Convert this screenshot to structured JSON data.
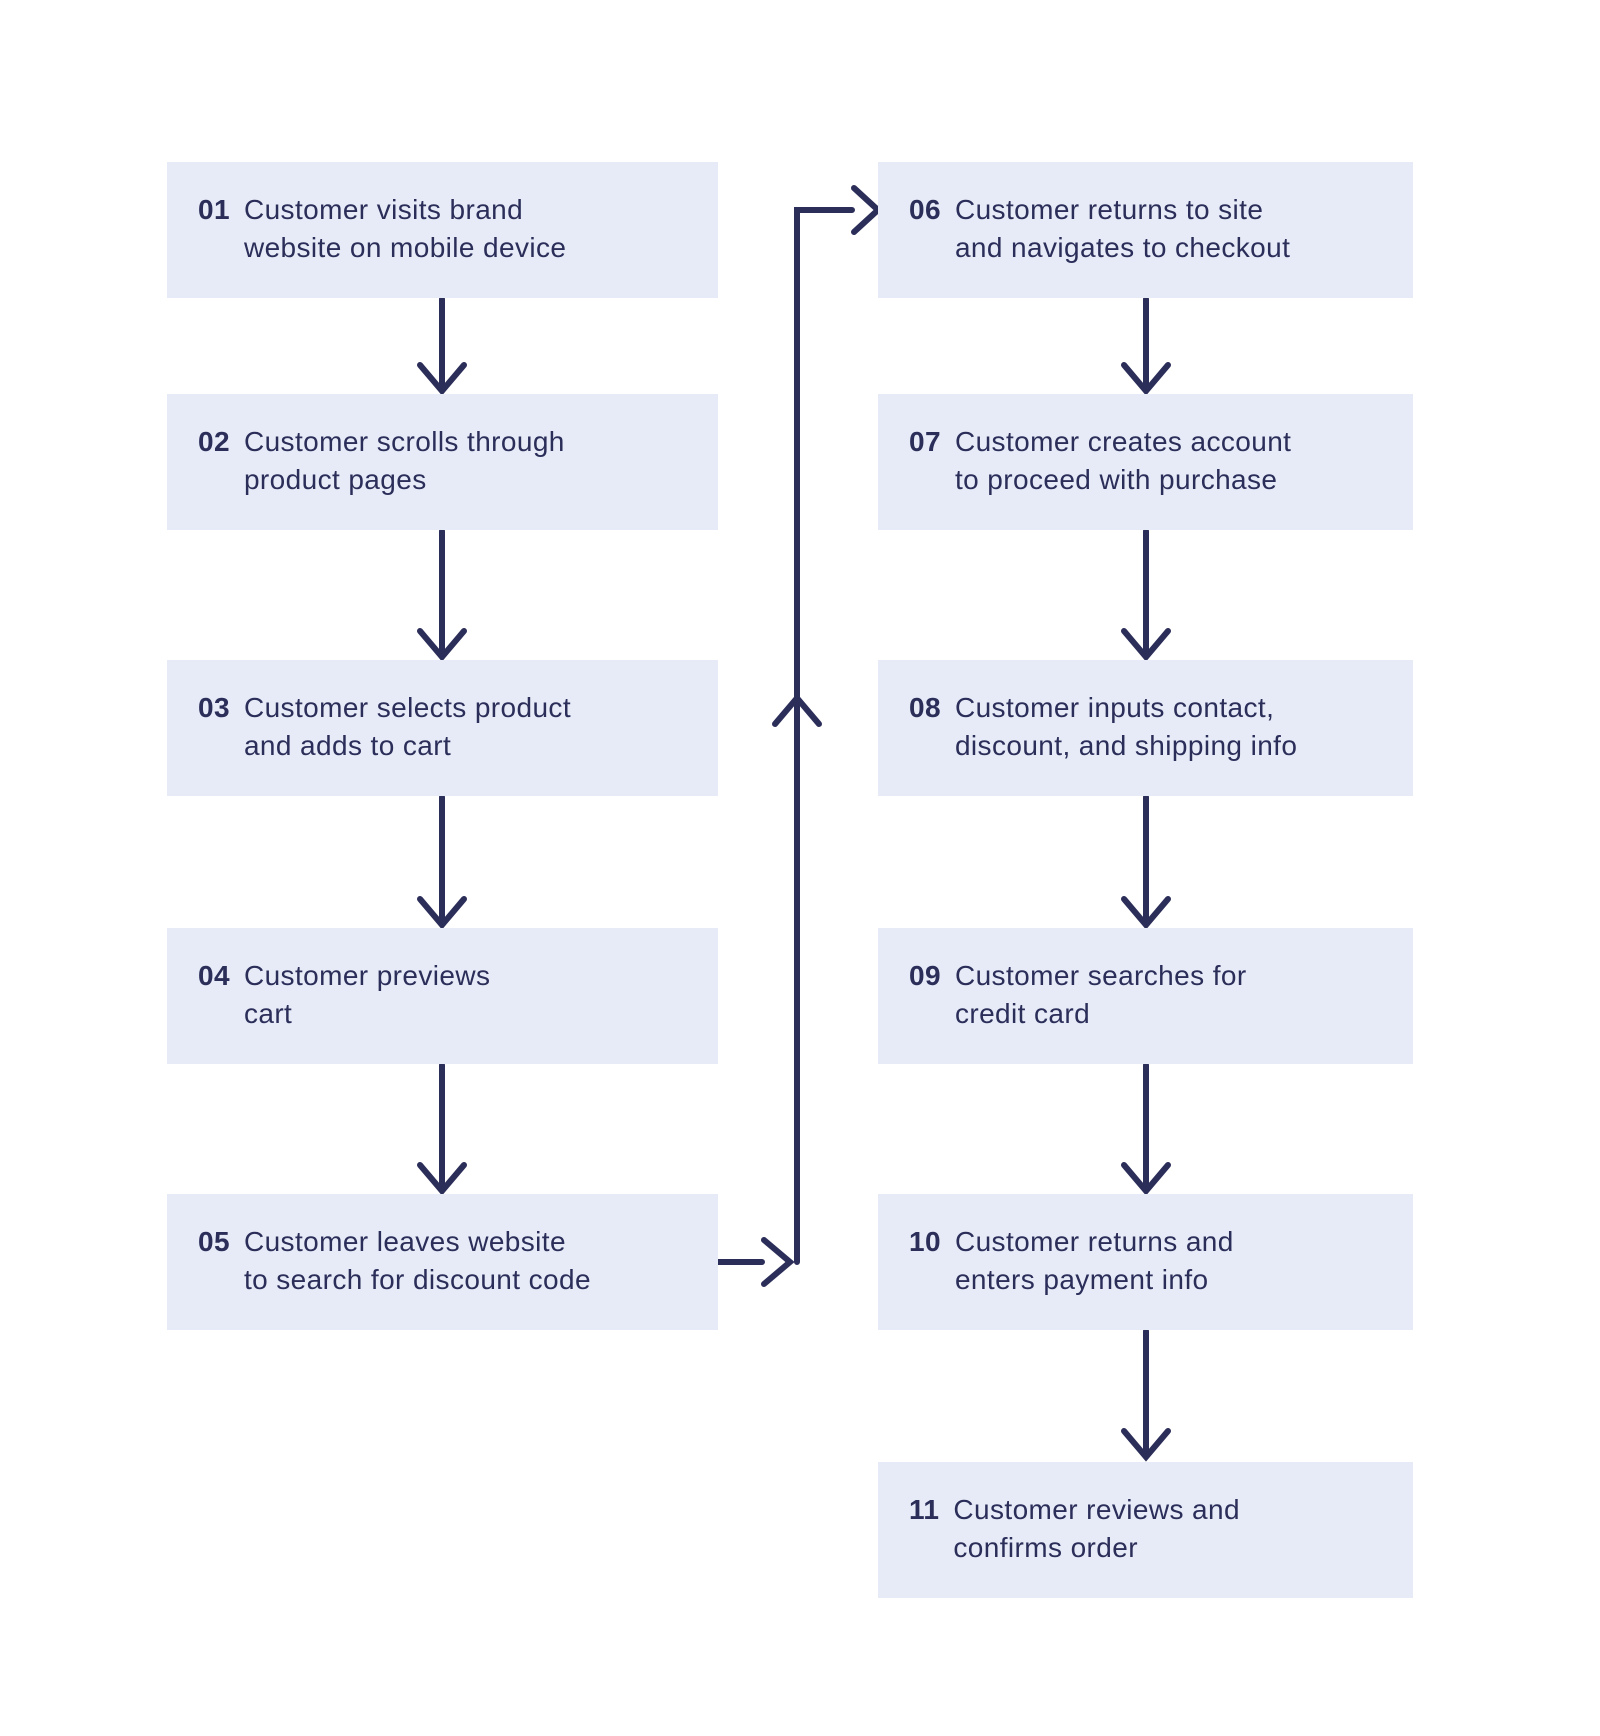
{
  "diagram": {
    "type": "flowchart",
    "colors": {
      "background": "#ffffff",
      "box_fill": "#e6ebf7",
      "ink": "#2c2e5a"
    },
    "steps": [
      {
        "num": "01",
        "lines": [
          "Customer visits brand",
          "website on mobile device"
        ]
      },
      {
        "num": "02",
        "lines": [
          "Customer scrolls through",
          "product pages"
        ]
      },
      {
        "num": "03",
        "lines": [
          "Customer selects product",
          "and adds to cart"
        ]
      },
      {
        "num": "04",
        "lines": [
          "Customer previews",
          "cart"
        ]
      },
      {
        "num": "05",
        "lines": [
          "Customer leaves website",
          "to search for discount code"
        ]
      },
      {
        "num": "06",
        "lines": [
          "Customer returns to site",
          "and navigates to checkout"
        ]
      },
      {
        "num": "07",
        "lines": [
          "Customer creates account",
          "to proceed with purchase"
        ]
      },
      {
        "num": "08",
        "lines": [
          "Customer inputs contact,",
          "discount, and shipping info"
        ]
      },
      {
        "num": "09",
        "lines": [
          "Customer searches for",
          "credit card"
        ]
      },
      {
        "num": "10",
        "lines": [
          "Customer returns and",
          "enters payment info"
        ]
      },
      {
        "num": "11",
        "lines": [
          "Customer reviews and",
          "confirms order"
        ]
      }
    ],
    "connections": [
      [
        "01",
        "02"
      ],
      [
        "02",
        "03"
      ],
      [
        "03",
        "04"
      ],
      [
        "04",
        "05"
      ],
      [
        "05",
        "06"
      ],
      [
        "06",
        "07"
      ],
      [
        "07",
        "08"
      ],
      [
        "08",
        "09"
      ],
      [
        "09",
        "10"
      ],
      [
        "10",
        "11"
      ]
    ]
  }
}
